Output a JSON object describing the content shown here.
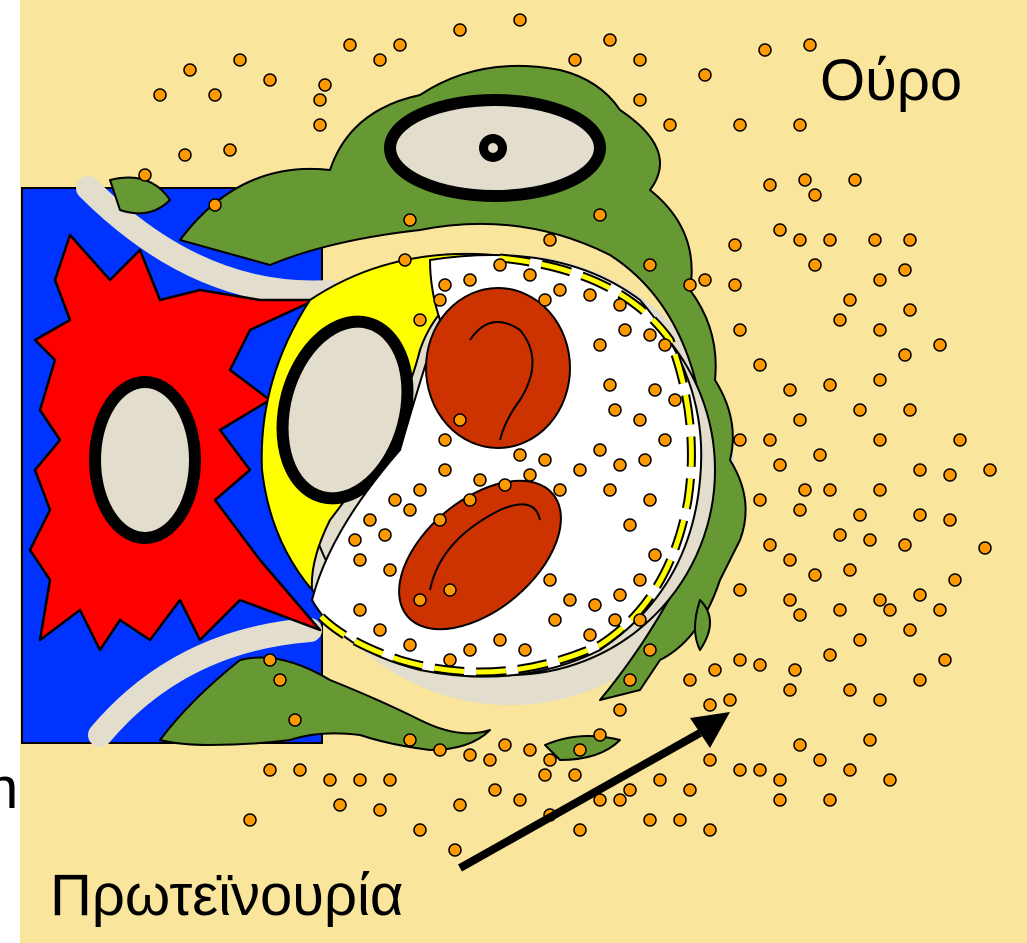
{
  "labels": {
    "urine": "Ούρο",
    "proteinuria": "Πρωτεϊνουρία",
    "edge_fragment": "n"
  },
  "colors": {
    "background": "#f9e59c",
    "mesangium_blue": "#0033ff",
    "mesangial_cell_red": "#ff0000",
    "podocyte_green": "#669933",
    "basement_membrane": "#e2ddcc",
    "endothelial_yellow": "#ffff00",
    "capillary_lumen": "#ffffff",
    "erythrocyte": "#cc3300",
    "protein_dot": "#ff9900",
    "nucleus_fill": "#e2ddcc",
    "outline": "#000000"
  },
  "icons": [
    "protein-dot-icon",
    "arrow-icon"
  ]
}
